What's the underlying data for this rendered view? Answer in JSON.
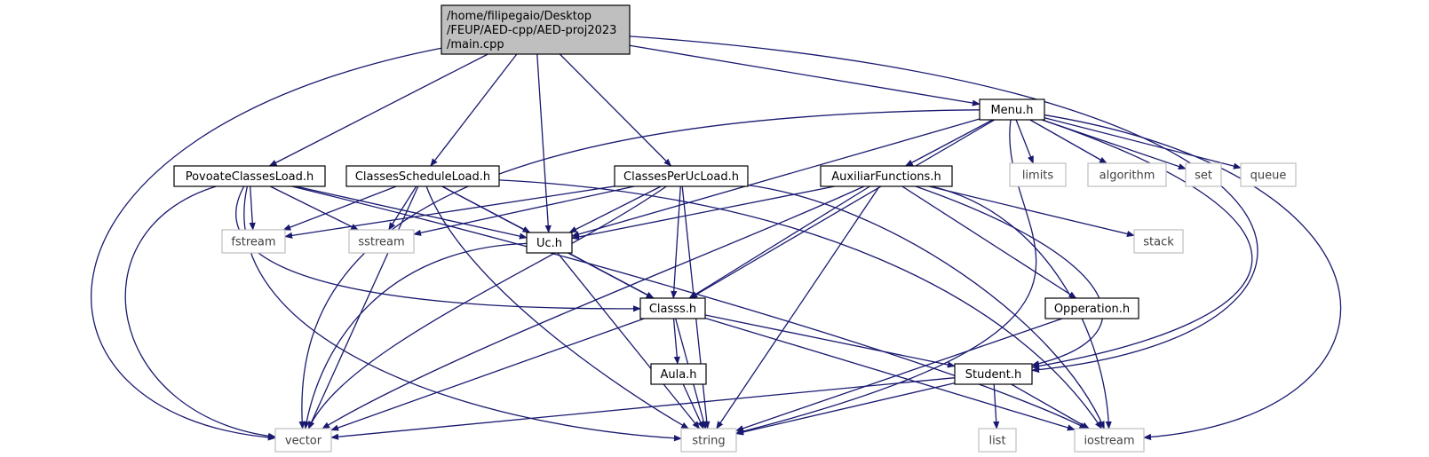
{
  "colors": {
    "edge": "#191970",
    "root_fill": "#bfbfbf",
    "node_border": "#000000",
    "ext_border": "#bfbfbf",
    "ext_text": "#404040",
    "node_text": "#000000"
  },
  "nodes": {
    "main": {
      "lines": [
        "/home/filipegaio/Desktop",
        "/FEUP/AED-cpp/AED-proj2023",
        "/main.cpp"
      ],
      "kind": "root"
    },
    "menu": {
      "lines": [
        "Menu.h"
      ],
      "kind": "file"
    },
    "povoate": {
      "lines": [
        "PovoateClassesLoad.h"
      ],
      "kind": "file"
    },
    "schedule": {
      "lines": [
        "ClassesScheduleLoad.h"
      ],
      "kind": "file"
    },
    "perUc": {
      "lines": [
        "ClassesPerUcLoad.h"
      ],
      "kind": "file"
    },
    "auxiliar": {
      "lines": [
        "AuxiliarFunctions.h"
      ],
      "kind": "file"
    },
    "uc": {
      "lines": [
        "Uc.h"
      ],
      "kind": "file"
    },
    "classs": {
      "lines": [
        "Classs.h"
      ],
      "kind": "file"
    },
    "opperation": {
      "lines": [
        "Opperation.h"
      ],
      "kind": "file"
    },
    "aula": {
      "lines": [
        "Aula.h"
      ],
      "kind": "file"
    },
    "student": {
      "lines": [
        "Student.h"
      ],
      "kind": "file"
    },
    "limits": {
      "lines": [
        "limits"
      ],
      "kind": "external"
    },
    "algorithm": {
      "lines": [
        "algorithm"
      ],
      "kind": "external"
    },
    "set": {
      "lines": [
        "set"
      ],
      "kind": "external"
    },
    "queue": {
      "lines": [
        "queue"
      ],
      "kind": "external"
    },
    "fstream": {
      "lines": [
        "fstream"
      ],
      "kind": "external"
    },
    "sstream": {
      "lines": [
        "sstream"
      ],
      "kind": "external"
    },
    "stack": {
      "lines": [
        "stack"
      ],
      "kind": "external"
    },
    "vector": {
      "lines": [
        "vector"
      ],
      "kind": "external"
    },
    "string": {
      "lines": [
        "string"
      ],
      "kind": "external"
    },
    "list": {
      "lines": [
        "list"
      ],
      "kind": "external"
    },
    "iostream": {
      "lines": [
        "iostream"
      ],
      "kind": "external"
    }
  },
  "edges": [
    [
      "main",
      "menu"
    ],
    [
      "main",
      "povoate"
    ],
    [
      "main",
      "schedule"
    ],
    [
      "main",
      "perUc"
    ],
    [
      "main",
      "uc"
    ],
    [
      "main",
      "vector"
    ],
    [
      "main",
      "student"
    ],
    [
      "menu",
      "limits"
    ],
    [
      "menu",
      "algorithm"
    ],
    [
      "menu",
      "set"
    ],
    [
      "menu",
      "queue"
    ],
    [
      "menu",
      "auxiliar"
    ],
    [
      "menu",
      "uc"
    ],
    [
      "menu",
      "classs"
    ],
    [
      "menu",
      "student"
    ],
    [
      "menu",
      "vector"
    ],
    [
      "menu",
      "iostream"
    ],
    [
      "menu",
      "string"
    ],
    [
      "povoate",
      "fstream"
    ],
    [
      "povoate",
      "sstream"
    ],
    [
      "povoate",
      "uc"
    ],
    [
      "povoate",
      "classs"
    ],
    [
      "povoate",
      "vector"
    ],
    [
      "povoate",
      "string"
    ],
    [
      "povoate",
      "iostream"
    ],
    [
      "schedule",
      "fstream"
    ],
    [
      "schedule",
      "sstream"
    ],
    [
      "schedule",
      "uc"
    ],
    [
      "schedule",
      "classs"
    ],
    [
      "schedule",
      "vector"
    ],
    [
      "schedule",
      "string"
    ],
    [
      "schedule",
      "iostream"
    ],
    [
      "perUc",
      "fstream"
    ],
    [
      "perUc",
      "sstream"
    ],
    [
      "perUc",
      "uc"
    ],
    [
      "perUc",
      "classs"
    ],
    [
      "perUc",
      "vector"
    ],
    [
      "perUc",
      "string"
    ],
    [
      "perUc",
      "iostream"
    ],
    [
      "auxiliar",
      "uc"
    ],
    [
      "auxiliar",
      "classs"
    ],
    [
      "auxiliar",
      "vector"
    ],
    [
      "auxiliar",
      "string"
    ],
    [
      "auxiliar",
      "stack"
    ],
    [
      "auxiliar",
      "opperation"
    ],
    [
      "auxiliar",
      "student"
    ],
    [
      "auxiliar",
      "iostream"
    ],
    [
      "uc",
      "classs"
    ],
    [
      "uc",
      "vector"
    ],
    [
      "uc",
      "string"
    ],
    [
      "classs",
      "aula"
    ],
    [
      "classs",
      "student"
    ],
    [
      "classs",
      "vector"
    ],
    [
      "classs",
      "string"
    ],
    [
      "classs",
      "iostream"
    ],
    [
      "opperation",
      "string"
    ],
    [
      "aula",
      "string"
    ],
    [
      "student",
      "vector"
    ],
    [
      "student",
      "string"
    ],
    [
      "student",
      "list"
    ],
    [
      "student",
      "iostream"
    ]
  ]
}
